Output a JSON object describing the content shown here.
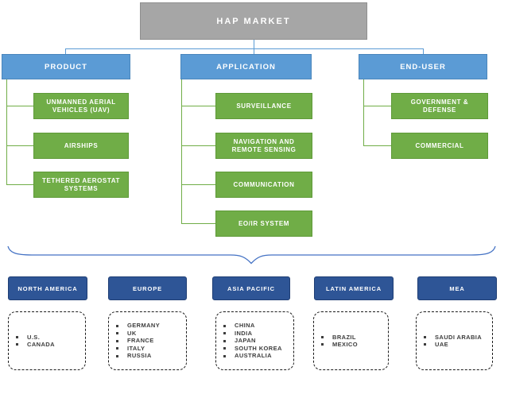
{
  "diagram": {
    "root": "HAP MARKET",
    "segments": [
      {
        "label": "PRODUCT",
        "children": [
          "UNMANNED AERIAL VEHICLES (UAV)",
          "AIRSHIPS",
          "TETHERED AEROSTAT SYSTEMS"
        ]
      },
      {
        "label": "APPLICATION",
        "children": [
          "SURVEILLANCE",
          "NAVIGATION AND REMOTE SENSING",
          "COMMUNICATION",
          "EO/IR SYSTEM"
        ]
      },
      {
        "label": "END-USER",
        "children": [
          "GOVERNMENT & DEFENSE",
          "COMMERCIAL"
        ]
      }
    ],
    "regions": [
      {
        "label": "NORTH AMERICA",
        "countries": [
          "U.S.",
          "CANADA"
        ]
      },
      {
        "label": "EUROPE",
        "countries": [
          "GERMANY",
          "UK",
          "FRANCE",
          "ITALY",
          "RUSSIA"
        ]
      },
      {
        "label": "ASIA PACIFIC",
        "countries": [
          "CHINA",
          "INDIA",
          "JAPAN",
          "SOUTH KOREA",
          "AUSTRALIA"
        ]
      },
      {
        "label": "LATIN AMERICA",
        "countries": [
          "BRAZIL",
          "MEXICO"
        ]
      },
      {
        "label": "MEA",
        "countries": [
          "SAUDI ARABIA",
          "UAE"
        ]
      }
    ],
    "colors": {
      "root_fill": "#a6a6a6",
      "segment_fill": "#5b9bd5",
      "child_fill": "#70ad47",
      "region_fill": "#2e5596",
      "brace_stroke": "#4472c4"
    }
  }
}
